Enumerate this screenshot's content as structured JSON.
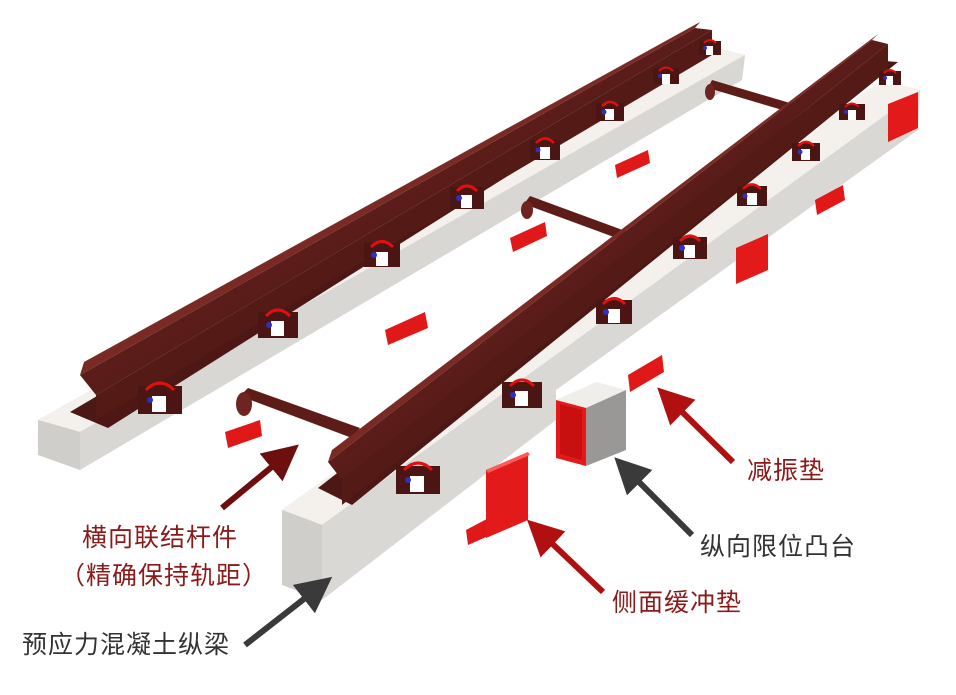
{
  "colors": {
    "label_red": "#8b1a1a",
    "label_dark": "#333333",
    "arrow_red": "#b01010",
    "arrow_dark_red": "#6e0f0f",
    "arrow_dark": "#3a3a3a",
    "rail": "#5a1d1a",
    "rail_top": "#7a2a24",
    "concrete_top": "#f4f1ec",
    "concrete_side": "#d8d6d2",
    "pad": "#e01818",
    "clip": "#e01010",
    "insulator": "#ffffff",
    "bolt": "#3030c0"
  },
  "labels": {
    "transverse_tie": "横向联结杆件",
    "transverse_tie_note": "（精确保持轨距）",
    "concrete_beam": "预应力混凝土纵梁",
    "damping_pad": "减振垫",
    "longitudinal_stop": "纵向限位凸台",
    "side_buffer_pad": "侧面缓冲垫"
  }
}
